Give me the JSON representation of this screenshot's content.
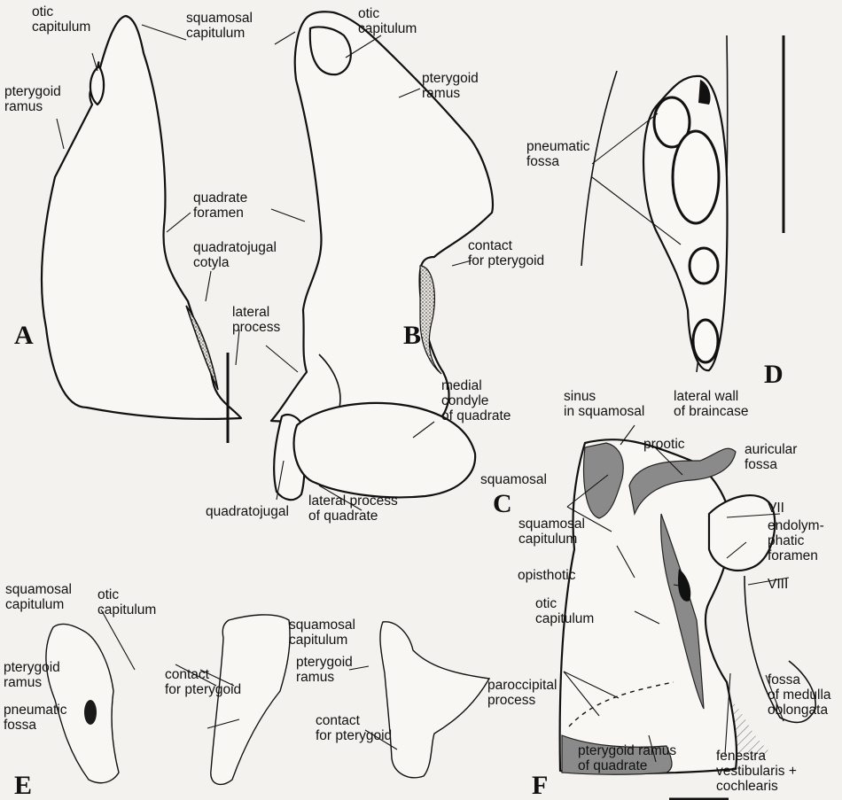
{
  "figure": {
    "panels": [
      "A",
      "B",
      "C",
      "D",
      "E",
      "F"
    ],
    "labels": {
      "a_otic_capitulum": "otic capitulum",
      "a_squamosal_capitulum": "squamosal capitulum",
      "a_pterygoid_ramus": "pterygoid ramus",
      "ab_quadrate_foramen": "quadrate foramen",
      "a_quadratojugal_cotyla": "quadratojugal cotyla",
      "ab_lateral_process": "lateral process",
      "b_otic_capitulum": "otic capitulum",
      "b_pterygoid_ramus": "pterygoid ramus",
      "b_contact_for_pterygoid": "contact for pterygoid",
      "c_medial_condyle": "medial condyle of quadrate",
      "c_quadratojugal": "quadratojugal",
      "c_lateral_process": "lateral process of quadrate",
      "d_pneumatic_fossa": "pneumatic fossa",
      "e_squamosal_capitulum": "squamosal capitulum",
      "e_otic_capitulum": "otic capitulum",
      "e_pterygoid_ramus": "pterygoid ramus",
      "e_pneumatic_fossa": "pneumatic fossa",
      "e_contact_for_pterygoid": "contact for pterygoid",
      "e_squamosal_capitulum_2": "squamosal capitulum",
      "e_pterygoid_ramus_2": "pterygoid ramus",
      "e_contact_for_pterygoid_2": "contact for pterygoid",
      "f_sinus_in_squamosal": "sinus in squamosal",
      "f_lateral_wall_of_braincase": "lateral wall of braincase",
      "f_prootic": "prootic",
      "f_auricular_fossa": "auricular fossa",
      "f_squamosal": "squamosal",
      "f_squamosal_capitulum": "squamosal capitulum",
      "f_opisthotic": "opisthotic",
      "f_otic_capitulum": "otic capitulum",
      "f_vii": "VII",
      "f_endolymphatic_foramen": "endolym- phatic foramen",
      "f_viii": "VIII",
      "f_paroccipital_process": "paroccipital process",
      "f_pterygoid_ramus_of_quadrate": "pterygoid ramus of quadrate",
      "f_fenestra": "fenestra vestibularis + cochlearis",
      "f_fossa_of_medulla": "fossa of medulla oblongata"
    },
    "colors": {
      "background": "#f4f2ee",
      "bone": "#f9f7f3",
      "ink": "#111111",
      "cut_surface": "#8a8a8a"
    }
  }
}
